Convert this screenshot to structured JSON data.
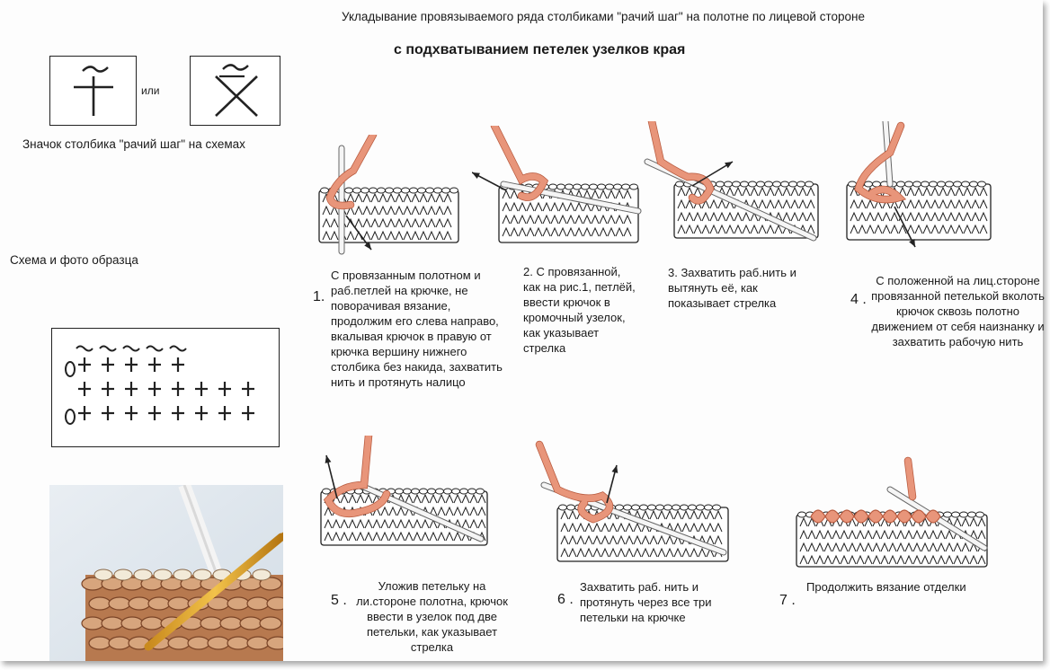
{
  "title_line1": "Укладывание  провязываемого ряда столбиками \"рачий шаг\"  на полотне по лицевой стороне",
  "title_line2": "с подхватыванием петелек узелков края",
  "symbol_or": "или",
  "symbol_caption": "Значок столбика \"рачий шаг\" на схемах",
  "scheme_caption": "Схема и фото  образца",
  "steps": [
    {
      "num": "1.",
      "text": "С провязанным полотном и раб.петлей на крючке, не поворачивая вязание, продолжим его слева направо, вкалывая крючок в правую от крючка вершину нижнего столбика без накида, захватить нить и протянуть налицо"
    },
    {
      "num": "",
      "text": "2. С провязанной, как на рис.1, петлёй, ввести крючок в кромочный узелок, как указывает стрелка"
    },
    {
      "num": "",
      "text": "3. Захватить раб.нить и вытянуть её, как показывает стрелка"
    },
    {
      "num": "4 .",
      "text": "С положенной  на лиц.стороне провязанной петелькой  вколоть крючок сквозь полотно движением от себя наизнанку и захватить рабочую нить"
    },
    {
      "num": "5 .",
      "text": "Уложив петельку на ли.стороне полотна, крючок ввести в узелок под две петельки, как указывает стрелка"
    },
    {
      "num": "6 .",
      "text": "Захватить раб. нить и протянуть через все три петельки на крючке"
    },
    {
      "num": "7 .",
      "text": "Продолжить  вязание отделки"
    }
  ],
  "colors": {
    "yarn": "#e8957a",
    "yarn_dark": "#b85a3e",
    "fabric": "#ffffff",
    "ink": "#222222",
    "photo_bg": "#dfe8ef"
  }
}
